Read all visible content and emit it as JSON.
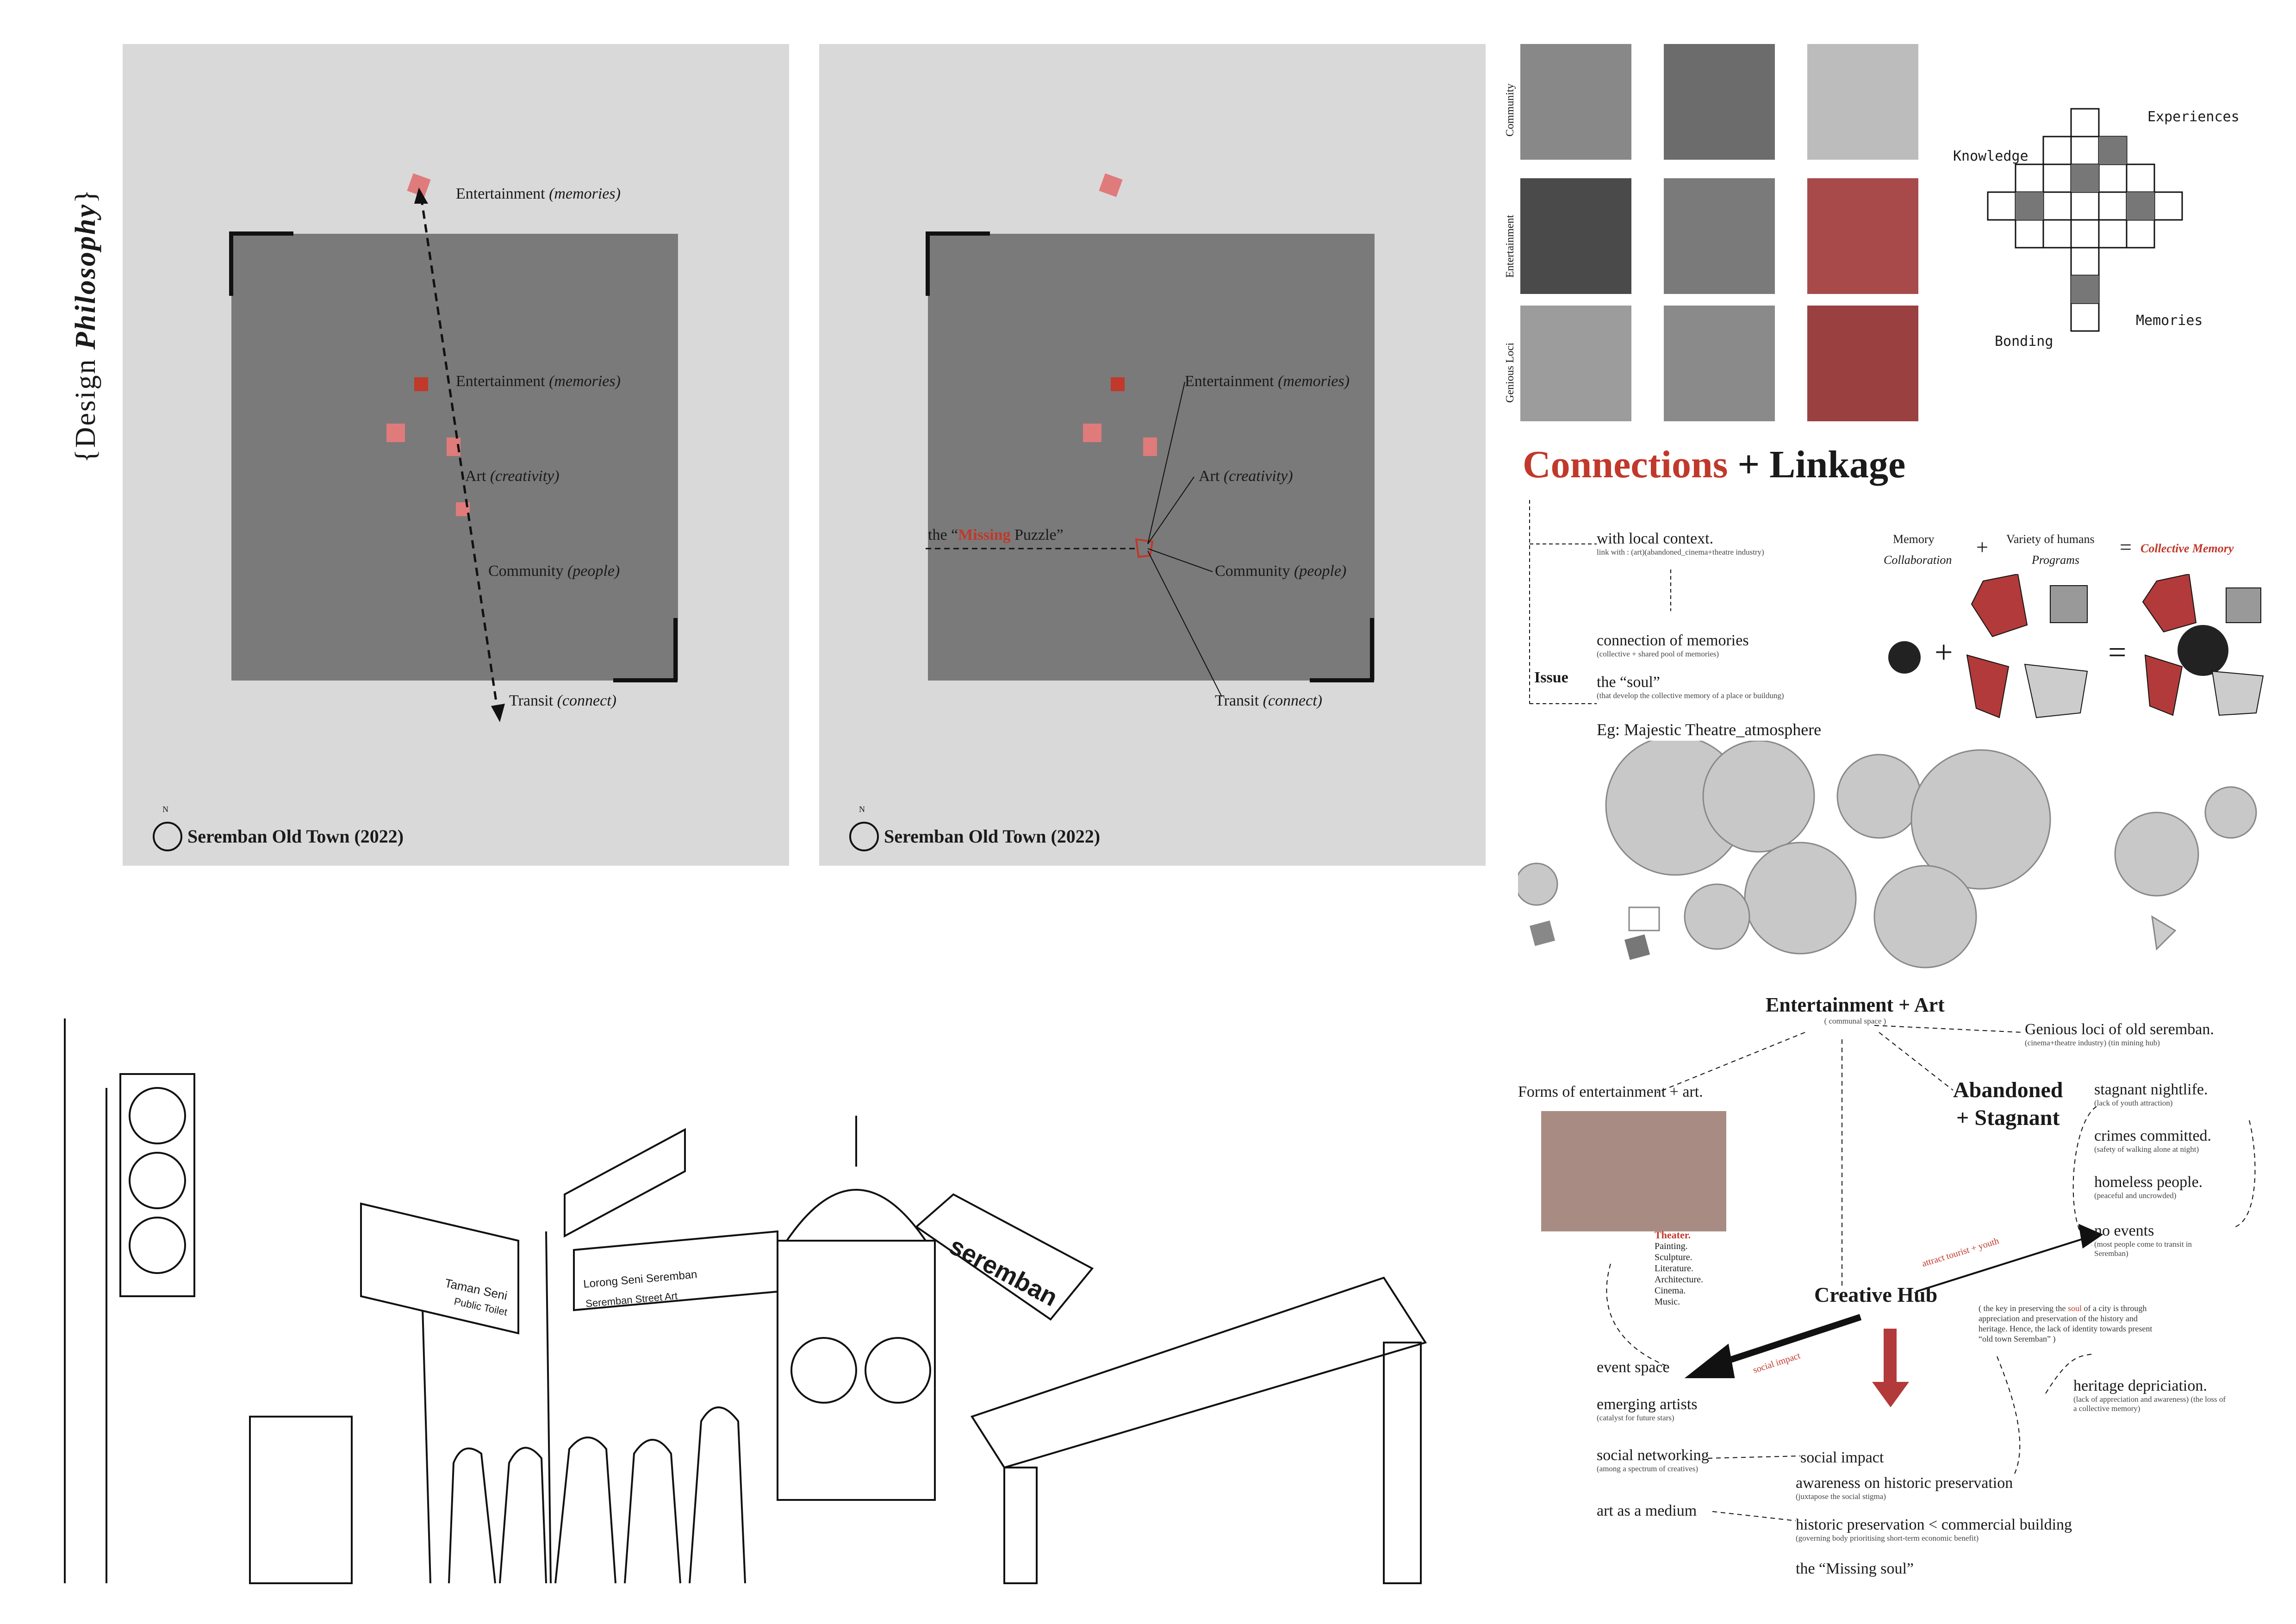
{
  "sidebar_title": {
    "prefix": "{Design ",
    "emph": "Philosophy",
    "suffix": "}"
  },
  "map1": {
    "labels": {
      "ent1_main": "Entertainment ",
      "ent1_em": "(memories)",
      "ent2_main": "Entertainment ",
      "ent2_em": "(memories)",
      "art_main": "Art ",
      "art_em": "(creativity)",
      "comm_main": "Community ",
      "comm_em": "(people)",
      "transit_main": "Transit ",
      "transit_em": "(connect)"
    },
    "north": "N",
    "caption": "Seremban Old Town (2022)"
  },
  "map2": {
    "labels": {
      "ent_main": "Entertainment ",
      "ent_em": "(memories)",
      "art_main": "Art ",
      "art_em": "(creativity)",
      "comm_main": "Community ",
      "comm_em": "(people)",
      "transit_main": "Transit ",
      "transit_em": "(connect)",
      "missing_pre": "the “",
      "missing_red": "Missing",
      "missing_post": " Puzzle”"
    },
    "north": "N",
    "caption": "Seremban Old Town (2022)"
  },
  "photo_rows": [
    "Community",
    "Entertainment",
    "Genious Loci"
  ],
  "grid_sketch": {
    "knowledge": "Knowledge",
    "experiences": "Experiences",
    "bonding": "Bonding",
    "memories": "Memories"
  },
  "heading": {
    "red": "Connections",
    "rest": " + Linkage"
  },
  "concept": {
    "local": "with local context.",
    "local_sub": "link with : (art)(abandoned_cinema+theatre industry)",
    "issue": "Issue",
    "conn": "connection of memories",
    "conn_sub": "(collective + shared pool of memories)",
    "soul": "the “soul”",
    "soul_sub": "(that develop the collective memory of a place or buildung)",
    "eg": "Eg: Majestic Theatre_atmosphere"
  },
  "equation": {
    "memory": "Memory",
    "collab": "Collaboration",
    "plus1": "+",
    "variety": "Variety of humans",
    "programs": "Programs",
    "eq": "=",
    "collective": "Collective Memory",
    "plus2": "+",
    "eq2": "="
  },
  "mindmap": {
    "center": "Entertainment + Art",
    "center_sub": "( communal space )",
    "genius": "Genious loci of old seremban.",
    "genius_sub": "(cinema+theatre industry) (tin mining hub)",
    "forms": "Forms of entertainment + art.",
    "theater": "Theater.",
    "arts": [
      "Painting.",
      "Sculpture.",
      "Literature.",
      "Architecture.",
      "Cinema.",
      "Music."
    ],
    "abandoned": "Abandoned",
    "stagnant": "+ Stagnant",
    "right_items": [
      {
        "t": "stagnant nightlife.",
        "s": "(lack of youth attraction)"
      },
      {
        "t": "crimes committed.",
        "s": "(safety of walking alone at night)"
      },
      {
        "t": "homeless people.",
        "s": "(peaceful and uncrowded)"
      },
      {
        "t": "no events",
        "s": "(most people come to transit in Seremban)"
      }
    ],
    "hub": "Creative Hub",
    "attract": "attract tourist + youth",
    "social_arrow": "social impact",
    "soul_note_pre": "( the key in preserving the ",
    "soul_note_red": "soul",
    "soul_note_post": " of a city is through appreciation and preservation of the history and heritage. Hence, the lack of identity towards present “old town Seremban” )",
    "heritage": "heritage depriciation.",
    "heritage_sub": "(lack of appreciation and awareness) (the loss of a collective memory)",
    "left_items": [
      {
        "t": "event space",
        "s": ""
      },
      {
        "t": "emerging artists",
        "s": "(catalyst for future stars)"
      },
      {
        "t": "social networking",
        "s": "(among a spectrum of creatives)"
      },
      {
        "t": "art as a medium",
        "s": ""
      }
    ],
    "impact": "social impact",
    "awareness": "awareness on historic preservation",
    "awareness_sub": "(juxtapose the social stigma)",
    "historic": "historic preservation < commercial building",
    "historic_sub": "(governing body prioritising short-term economic benefit)",
    "missing_soul": "the “Missing soul”"
  },
  "sketch_signs": {
    "sign1a": "Taman Seni",
    "sign1b": "Public Toilet",
    "sign2a": "Lorong Seni Seremban",
    "sign2b": "Seremban Street Art",
    "banner": "seremban"
  },
  "colors": {
    "accent_red": "#c0392b",
    "map_grey": "#d9d9d9",
    "map_dark": "#7a7a7a"
  }
}
